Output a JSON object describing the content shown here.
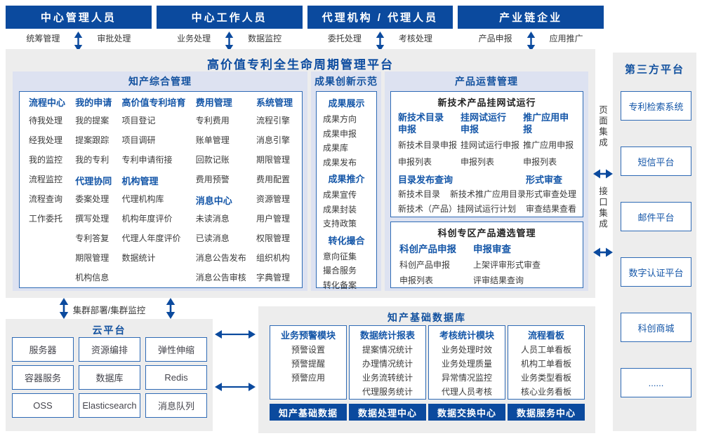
{
  "palette": {
    "accent_blue": "#0b4a9e",
    "header_blue": "#1456a8",
    "title_blue": "#0c4ca0",
    "panel_gray": "#ededed",
    "panel_lavender": "#dde2f1",
    "border_blue": "#2e6ab5",
    "text_dark": "#3a3a3a"
  },
  "roles": [
    {
      "title": "中心管理人员",
      "left": "统筹管理",
      "right": "审批处理"
    },
    {
      "title": "中心工作人员",
      "left": "业务处理",
      "right": "数据监控"
    },
    {
      "title": "代理机构 / 代理人员",
      "left": "委托处理",
      "right": "考核处理"
    },
    {
      "title": "产业链企业",
      "left": "产品申报",
      "right": "应用推广"
    }
  ],
  "platform": {
    "title": "高价值专利全生命周期管理平台"
  },
  "sections": {
    "zhichan": {
      "title": "知产综合管理",
      "columns": [
        {
          "groups": [
            {
              "header": "流程中心",
              "items": [
                "待我处理",
                "经我处理",
                "我的监控",
                "流程监控",
                "流程查询",
                "工作委托"
              ]
            }
          ]
        },
        {
          "groups": [
            {
              "header": "我的申请",
              "items": [
                "我的提案",
                "提案跟踪",
                "我的专利"
              ]
            },
            {
              "header": "代理协同",
              "items": [
                "委案处理",
                "撰写处理",
                "专利答复",
                "期限管理",
                "机构信息"
              ]
            }
          ]
        },
        {
          "groups": [
            {
              "header": "高价值专利培育",
              "items": [
                "项目登记",
                "项目调研",
                "专利申请衔接"
              ]
            },
            {
              "header": "机构管理",
              "items": [
                "代理机构库",
                "机构年度评价",
                "代理人年度评价",
                "数据统计"
              ]
            }
          ]
        },
        {
          "groups": [
            {
              "header": "费用管理",
              "items": [
                "专利费用",
                "账单管理",
                "回款记账",
                "费用预警"
              ]
            },
            {
              "header": "消息中心",
              "items": [
                "未读消息",
                "已读消息",
                "消息公告发布",
                "消息公告审核"
              ]
            }
          ]
        },
        {
          "groups": [
            {
              "header": "系统管理",
              "items": [
                "流程引擎",
                "消息引擎",
                "期限管理",
                "费用配置",
                "资源管理",
                "用户管理",
                "权限管理",
                "组织机构",
                "字典管理"
              ]
            }
          ]
        }
      ]
    },
    "chengguo": {
      "title": "成果创新示范",
      "groups": [
        {
          "header": "成果展示",
          "items": [
            "成果方向",
            "成果申报",
            "成果库",
            "成果发布"
          ]
        },
        {
          "header": "成果推介",
          "items": [
            "成果宣传",
            "成果封装",
            "支持政策"
          ]
        },
        {
          "header": "转化撮合",
          "items": [
            "意向征集",
            "撮合服务",
            "转化备案"
          ]
        }
      ]
    },
    "chanpin": {
      "title": "产品运营管理",
      "box1": {
        "title": "新技术产品挂网试运行",
        "columns": [
          {
            "header": "新技术目录申报",
            "items": [
              "新技术目录申报",
              "申报列表"
            ]
          },
          {
            "header": "挂网试运行申报",
            "items": [
              "挂网试运行申报",
              "申报列表"
            ]
          },
          {
            "header": "推广应用申报",
            "items": [
              "推广应用申报",
              "申报列表"
            ]
          }
        ],
        "catalog": {
          "header": "目录发布查询",
          "row1": [
            "新技术目录",
            "新技术推广应用目录"
          ],
          "row2": "新技术（产品）挂网试运行计划"
        },
        "review": {
          "header": "形式审查",
          "items": [
            "形式审查处理",
            "审查结果查看"
          ]
        }
      },
      "box2": {
        "title": "科创专区产品遴选管理",
        "columns": [
          {
            "header": "科创产品申报",
            "items": [
              "科创产品申报",
              "申报列表"
            ]
          },
          {
            "header": "申报审查",
            "items": [
              "上架评审形式审查",
              "评审结果查询"
            ]
          }
        ]
      }
    }
  },
  "cluster_label": "集群部署/集群监控",
  "cloud": {
    "title": "云平台",
    "items": [
      "服务器",
      "资源编排",
      "弹性伸缩",
      "容器服务",
      "数据库",
      "Redis",
      "OSS",
      "Elasticsearch",
      "消息队列"
    ]
  },
  "database": {
    "title": "知产基础数据库",
    "modules": [
      {
        "header": "业务预警模块",
        "items": [
          "预警设置",
          "预警提醒",
          "预警应用"
        ],
        "footer": "知产基础数据"
      },
      {
        "header": "数据统计报表",
        "items": [
          "提案情况统计",
          "办理情况统计",
          "业务流转统计",
          "代理服务统计"
        ],
        "footer": "数据处理中心"
      },
      {
        "header": "考核统计模块",
        "items": [
          "业务处理时效",
          "业务处理质量",
          "异常情况监控",
          "代理人员考核"
        ],
        "footer": "数据交换中心"
      },
      {
        "header": "流程看板",
        "items": [
          "人员工单看板",
          "机构工单看板",
          "业务类型看板",
          "核心业务看板"
        ],
        "footer": "数据服务中心"
      }
    ]
  },
  "integration": {
    "page": "页面集成",
    "api": "接口集成"
  },
  "thirdparty": {
    "title": "第三方平台",
    "items": [
      "专利检索系统",
      "短信平台",
      "邮件平台",
      "数字认证平台",
      "科创商城",
      "......"
    ]
  }
}
